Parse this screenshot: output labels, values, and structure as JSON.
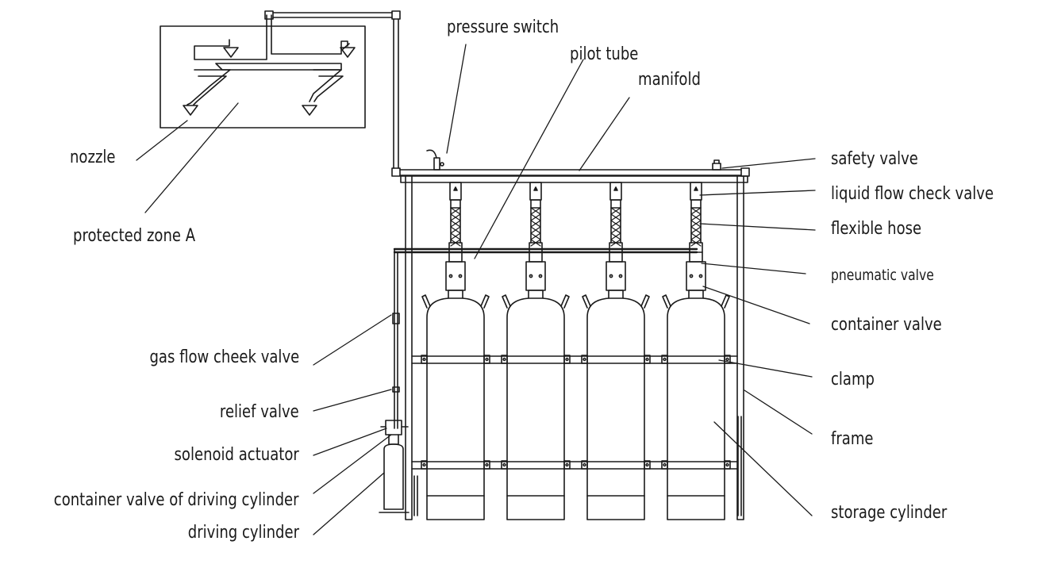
{
  "diagram": {
    "labels": {
      "pressure_switch": "pressure switch",
      "pilot_tube": "pilot tube",
      "manifold": "manifold",
      "nozzle": "nozzle",
      "protected_zone": "protected zone A",
      "safety_valve": "safety valve",
      "liquid_flow_check_valve": "liquid flow check valve",
      "flexible_hose": "flexible hose",
      "pneumatic_valve": "pneumatic valve",
      "container_valve": "container valve",
      "clamp": "clamp",
      "frame": "frame",
      "storage_cylinder": "storage cylinder",
      "gas_flow_check_valve": "gas flow cheek valve",
      "relief_valve": "relief valve",
      "solenoid_actuator": "solenoid actuator",
      "driving_container_valve": "container valve of driving cylinder",
      "driving_cylinder": "driving cylinder"
    },
    "colors": {
      "line": "#1a1a1a",
      "background": "#ffffff"
    }
  }
}
